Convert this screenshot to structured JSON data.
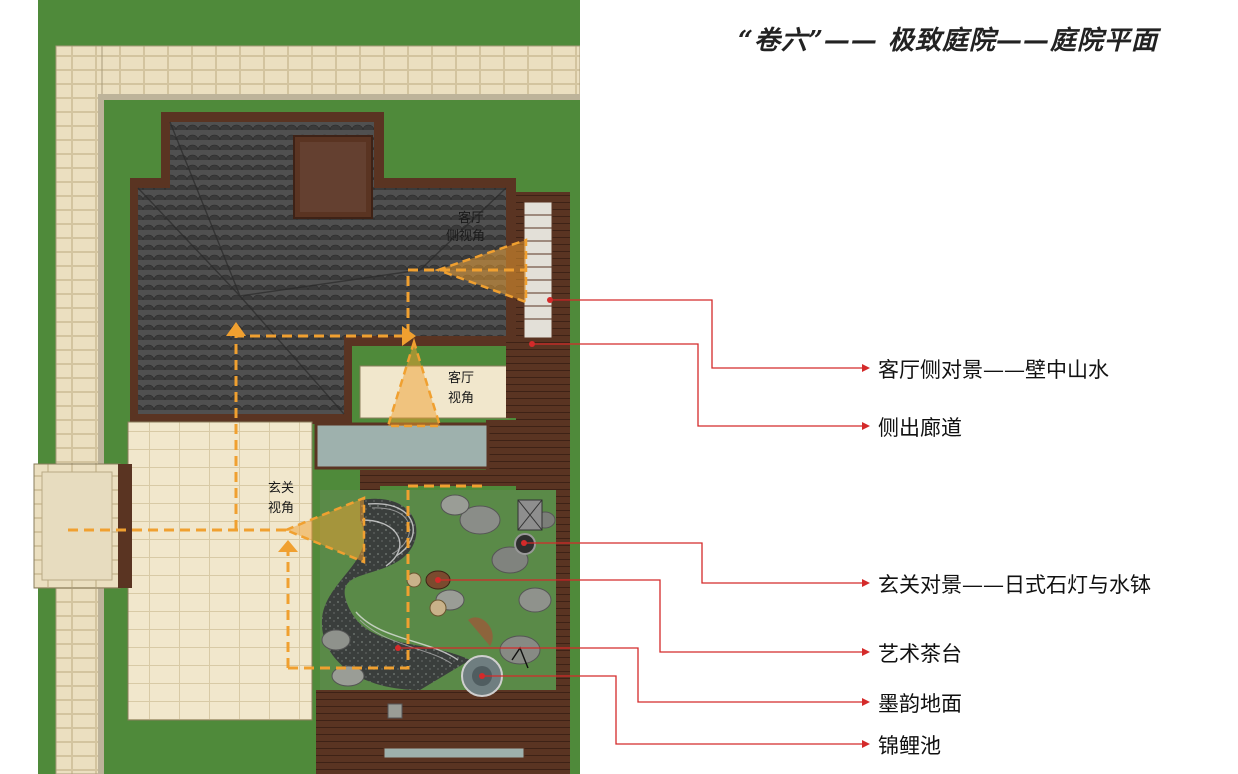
{
  "title": "“卷六”—— 极致庭院——庭院平面",
  "plan_labels": {
    "living_side_view_l1": "客厅",
    "living_side_view_l2": "侧视角",
    "living_view_l1": "客厅",
    "living_view_l2": "视角",
    "entry_view_l1": "玄关",
    "entry_view_l2": "视角"
  },
  "callouts": [
    "客厅侧对景——壁中山水",
    "侧出廊道",
    "玄关对景——日式石灯与水钵",
    "艺术茶台",
    "墨韵地面",
    "锦鲤池"
  ],
  "colors": {
    "leader": "#d42a2a",
    "view_path": "#f0a030",
    "lawn": "#4f8a3a",
    "roof": "#4a4a4a",
    "roof_edge": "#5a3422",
    "paving": "#ece0c2"
  }
}
